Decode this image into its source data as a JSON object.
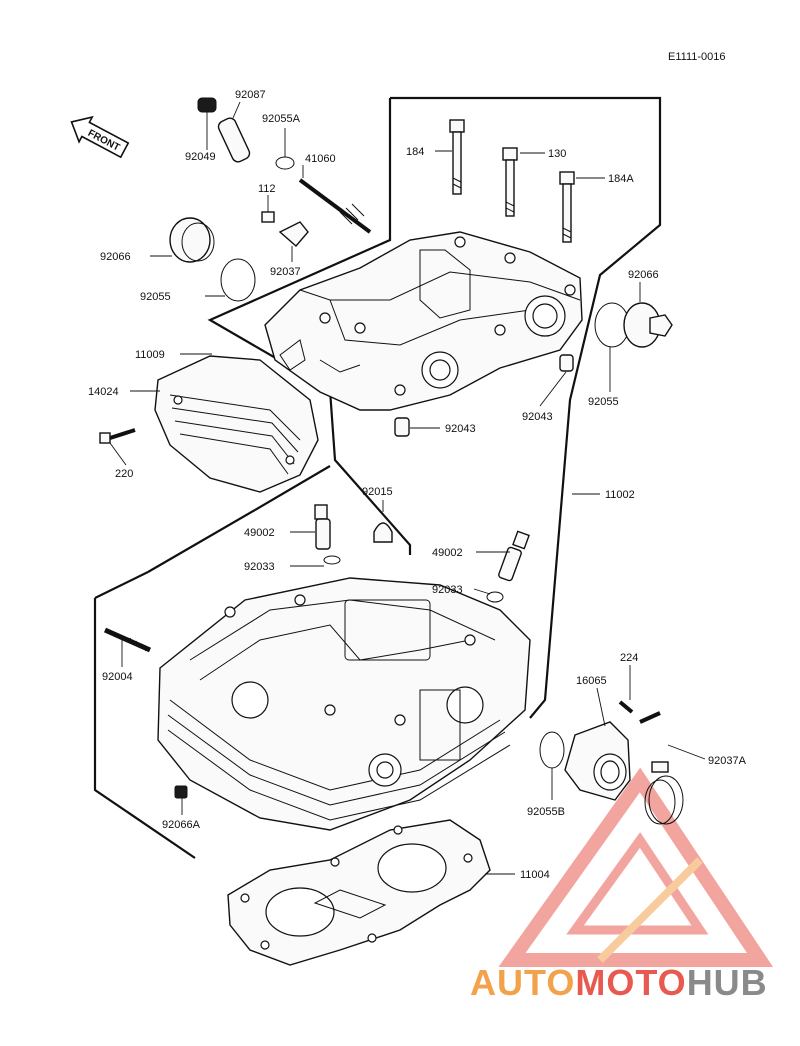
{
  "diagram": {
    "ref_code": "E1111-0016",
    "front_label": "FRONT",
    "parts": {
      "p92087": "92087",
      "p92055A": "92055A",
      "p92049": "92049",
      "p41060": "41060",
      "p112": "112",
      "p92037": "92037",
      "p92066_left": "92066",
      "p92055_left": "92055",
      "p184": "184",
      "p130": "130",
      "p184A": "184A",
      "p92066_right": "92066",
      "p92055_right": "92055",
      "p11009": "11009",
      "p14024": "14024",
      "p220": "220",
      "p92043_left": "92043",
      "p92043_right": "92043",
      "p92015": "92015",
      "p11002": "11002",
      "p49002_left": "49002",
      "p92033_left": "92033",
      "p49002_right": "49002",
      "p92033_right": "92033",
      "p92004": "92004",
      "p224": "224",
      "p16065": "16065",
      "p92037A": "92037A",
      "p92055B": "92055B",
      "p92066A": "92066A",
      "p11004": "11004"
    }
  },
  "watermark": {
    "part1": "AUTO",
    "part2": "MOTO",
    "part3": "HUB",
    "colors": {
      "auto": "#f2a24a",
      "moto": "#e85a50",
      "hub": "#8a8a8a",
      "triangle": "#e85a50"
    }
  }
}
